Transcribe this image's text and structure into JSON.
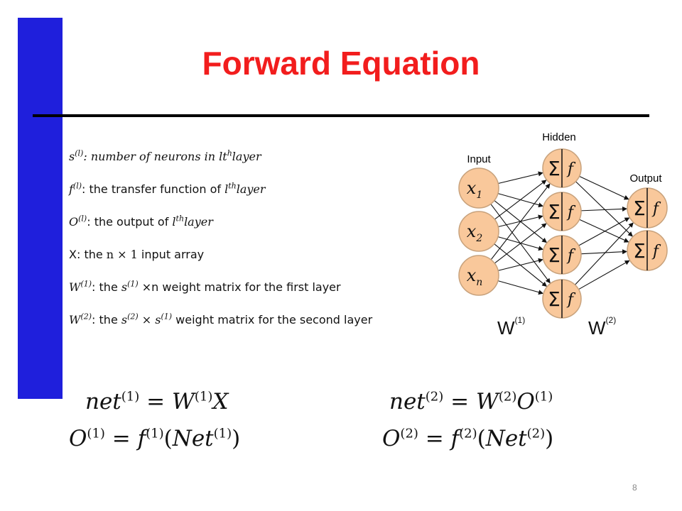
{
  "title": "Forward Equation",
  "definitions": {
    "d1": {
      "var": "s",
      "sup": "(l)",
      "colon": ":",
      "text": "number of neurons in lt",
      "sup2": "h",
      "text2": "layer"
    },
    "d2": {
      "var": "f",
      "sup": "(l)",
      "text": ": the transfer function of ",
      "var2": "l",
      "sup2": "th",
      "text2": "layer"
    },
    "d3": {
      "var": "O",
      "sup": "(l)",
      "text": ": the output of ",
      "var2": "l",
      "sup2": "th",
      "text2": "layer"
    },
    "d4": {
      "text": "X: the ",
      "math": "n × 1",
      "text2": " input array"
    },
    "d5": {
      "var": "W",
      "sup": "(1)",
      "text": ": the ",
      "var2": "s",
      "sup2": "(1)",
      "text2": " ×n weight matrix for the first layer"
    },
    "d6": {
      "var": "W",
      "sup": "(2)",
      "text": ": the ",
      "var2": "s",
      "sup2": "(2)",
      "mid": " × ",
      "var3": "s",
      "sup3": "(1)",
      "text2": " weight matrix for the second layer"
    }
  },
  "network": {
    "input_label": "Input",
    "hidden_label": "Hidden",
    "output_label": "Output",
    "inputs": [
      "x1",
      "x2",
      "xn"
    ],
    "input_var": "x",
    "input_subs": [
      "1",
      "2",
      "n"
    ],
    "sum_symbol": "Σ",
    "func_symbol": "f",
    "weight_var": "W",
    "w1_sup": "(1)",
    "w2_sup": "(2)",
    "colors": {
      "node_fill": "#f9c89b",
      "node_stroke": "#c8a27c"
    }
  },
  "equations": {
    "left": {
      "line1": {
        "a": "net",
        "a_sup": "(1)",
        "eq": " = ",
        "b": "W",
        "b_sup": "(1)",
        "c": "X"
      },
      "line2": {
        "a": "O",
        "a_sup": "(1)",
        "eq": " = ",
        "b": "f",
        "b_sup": "(1)",
        "open": "(",
        "c": "Net",
        "c_sup": "(1)",
        "close": ")"
      }
    },
    "right": {
      "line1": {
        "a": "net",
        "a_sup": "(2)",
        "eq": " = ",
        "b": "W",
        "b_sup": "(2)",
        "c": "O",
        "c_sup": "(1)"
      },
      "line2": {
        "a": "O",
        "a_sup": "(2)",
        "eq": " = ",
        "b": "f",
        "b_sup": "(2)",
        "open": "(",
        "c": "Net",
        "c_sup": "(2)",
        "close": ")"
      }
    }
  },
  "page_number": "8",
  "colors": {
    "title": "#f21d1d",
    "left_bar": "#1f1fdc",
    "rule": "#000000"
  }
}
